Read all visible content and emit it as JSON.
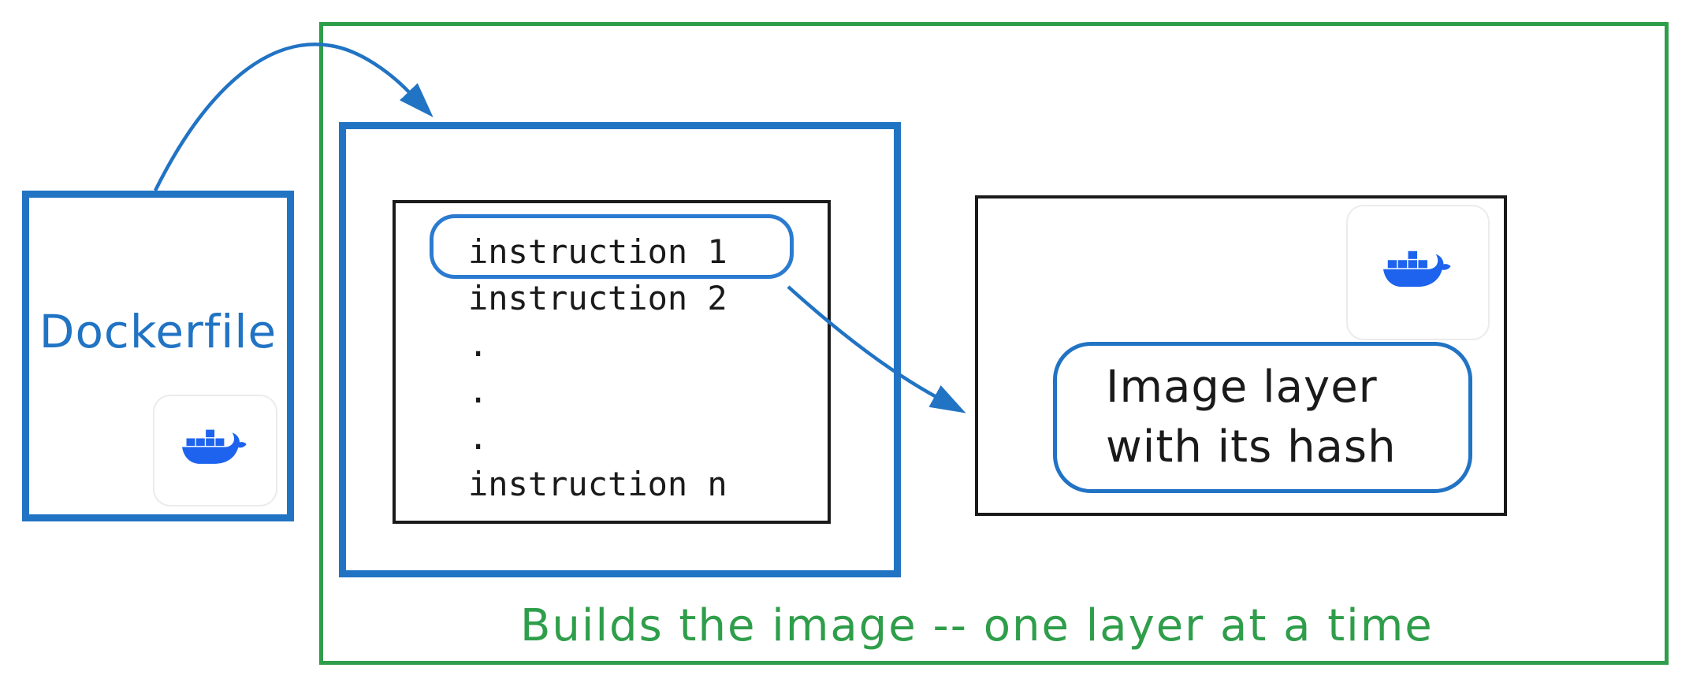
{
  "diagram": {
    "dockerfile": {
      "label": "Dockerfile",
      "icon": "docker-whale-icon"
    },
    "build_box": {
      "description": "outer build step container"
    },
    "instruction_box": {
      "lines": [
        "instruction 1",
        "instruction 2",
        ".",
        ".",
        ".",
        "instruction n"
      ]
    },
    "image_layer": {
      "line1": "Image layer",
      "line2": "with its hash",
      "icon": "docker-whale-icon"
    },
    "caption": "Builds the image -- one layer at a time",
    "colors": {
      "stroke_blue": "#2173c4",
      "whale_blue": "#1d63ed",
      "green": "#2f9e4a",
      "ink": "#1a1a1a"
    }
  }
}
